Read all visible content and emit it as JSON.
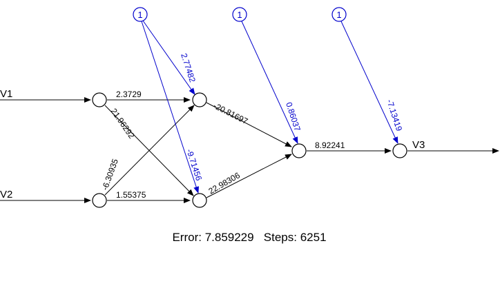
{
  "network": {
    "inputs": [
      {
        "id": "V1",
        "label": "V1"
      },
      {
        "id": "V2",
        "label": "V2"
      }
    ],
    "output": {
      "id": "V3",
      "label": "V3"
    },
    "bias_label": "1",
    "weights": {
      "V1_H1_1": "2.3729",
      "V1_H1_2": "21.96292",
      "V2_H1_1": "-6.30935",
      "V2_H1_2": "1.55375",
      "H1_1_H2": "-20.81697",
      "H1_2_H2": "22.98306",
      "H2_out": "8.92241"
    },
    "biases": {
      "B1_H1_1": "2.77482",
      "B1_H1_2": "-9.71456",
      "B2_H2": "0.86037",
      "B3_out": "-7.13419"
    }
  },
  "footer": {
    "error_label": "Error:",
    "error_value": "7.859229",
    "steps_label": "Steps:",
    "steps_value": "6251"
  }
}
